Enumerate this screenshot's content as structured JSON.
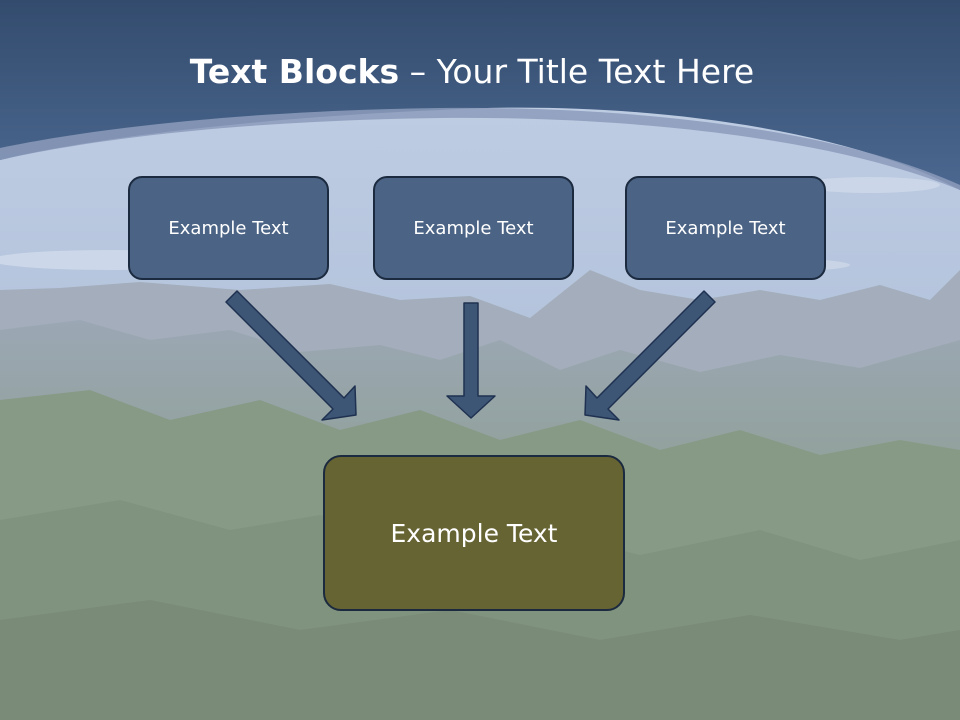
{
  "title": {
    "bold": "Text Blocks",
    "dash": " – ",
    "rest": "Your Title Text Here"
  },
  "boxes": {
    "left": "Example Text",
    "middle": "Example Text",
    "right": "Example Text",
    "bottom": "Example Text"
  },
  "colors": {
    "header": "#3d5a80",
    "box": "#4b6384",
    "target": "#676434",
    "arrow": "#3e5676",
    "outline": "#1b2a3e"
  }
}
